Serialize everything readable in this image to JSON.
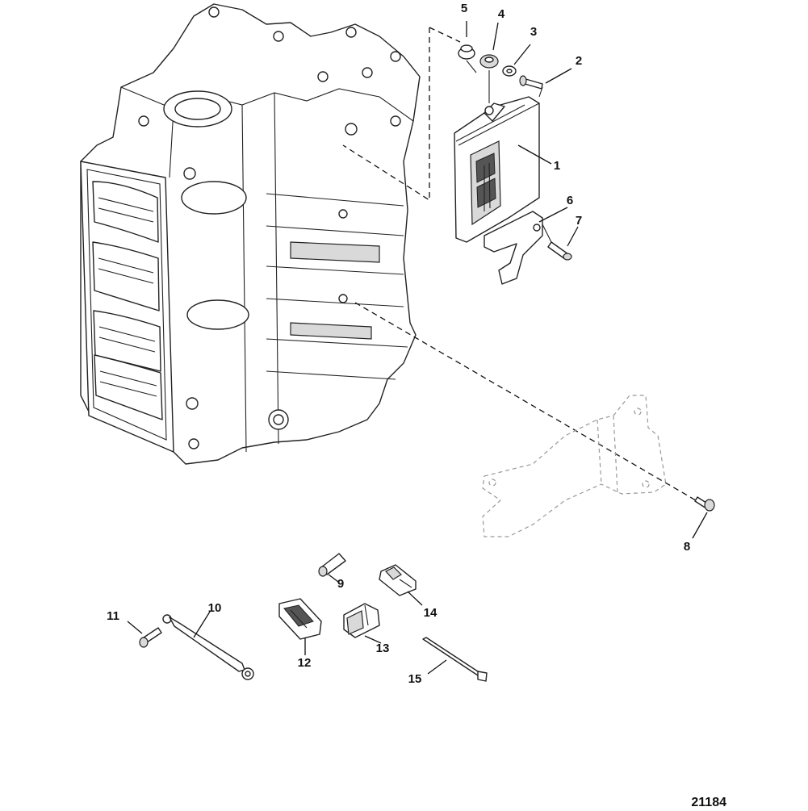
{
  "diagram": {
    "reference_number": "21184",
    "callouts": [
      {
        "id": "1",
        "text": "1"
      },
      {
        "id": "2",
        "text": "2"
      },
      {
        "id": "3",
        "text": "3"
      },
      {
        "id": "4",
        "text": "4"
      },
      {
        "id": "5",
        "text": "5"
      },
      {
        "id": "6",
        "text": "6"
      },
      {
        "id": "7",
        "text": "7"
      },
      {
        "id": "8",
        "text": "8"
      },
      {
        "id": "9",
        "text": "9"
      },
      {
        "id": "10",
        "text": "10"
      },
      {
        "id": "11",
        "text": "11"
      },
      {
        "id": "12",
        "text": "12"
      },
      {
        "id": "13",
        "text": "13"
      },
      {
        "id": "14",
        "text": "14"
      },
      {
        "id": "15",
        "text": "15"
      }
    ]
  }
}
